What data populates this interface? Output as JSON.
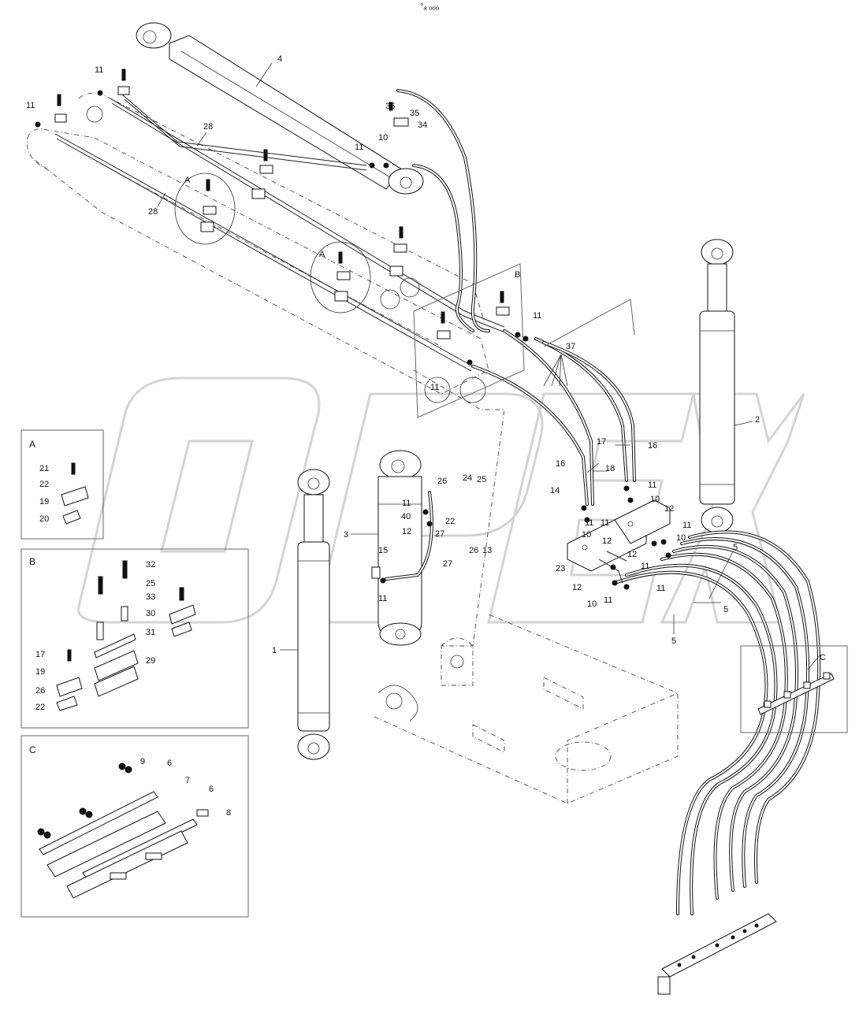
{
  "header": {
    "code": "°ₐ ₒₒₒ"
  },
  "watermark": {
    "text": "OPEX",
    "color": "#d0d0d0"
  },
  "insets": [
    {
      "id": "A",
      "title": "A",
      "parts": [
        "21",
        "22",
        "19",
        "20"
      ]
    },
    {
      "id": "B",
      "title": "B",
      "parts": [
        "32",
        "25",
        "33",
        "30",
        "31",
        "29",
        "17",
        "19",
        "26",
        "22"
      ]
    },
    {
      "id": "C",
      "title": "C",
      "parts": [
        "9",
        "6",
        "7",
        "6",
        "8"
      ]
    }
  ],
  "callouts": {
    "cyl_boom_1": "1",
    "cyl_arm_2": "2",
    "cyl_swing_3": "3",
    "cyl_top_4": "4",
    "hose_5a": "5",
    "hose_5b": "5",
    "hose_5c": "5",
    "p10a": "10",
    "p10b": "10",
    "p10c": "10",
    "p10d": "10",
    "p10e": "10",
    "p11a": "11",
    "p11b": "11",
    "p11c": "11",
    "p11d": "11",
    "p11e": "11",
    "p11f": "11",
    "p11g": "11",
    "p11h": "11",
    "p11i": "11",
    "p11j": "11",
    "p11k": "11",
    "p11l": "11",
    "p11m": "11",
    "p11n": "11",
    "p12a": "12",
    "p12b": "12",
    "p12c": "12",
    "p12d": "12",
    "p12e": "12",
    "p13": "13",
    "p14": "14",
    "p15": "15",
    "p16a": "16",
    "p16b": "16",
    "p17": "17",
    "p18": "18",
    "p22": "22",
    "p23": "23",
    "p24": "24",
    "p25": "25",
    "p26a": "26",
    "p26b": "26",
    "p27a": "27",
    "p27b": "27",
    "p28a": "28",
    "p28b": "28",
    "p34": "34",
    "p35": "35",
    "p36": "36",
    "p37": "37",
    "p40": "40",
    "refA1": "A",
    "refA2": "A",
    "refB": "B",
    "refC": "C"
  }
}
